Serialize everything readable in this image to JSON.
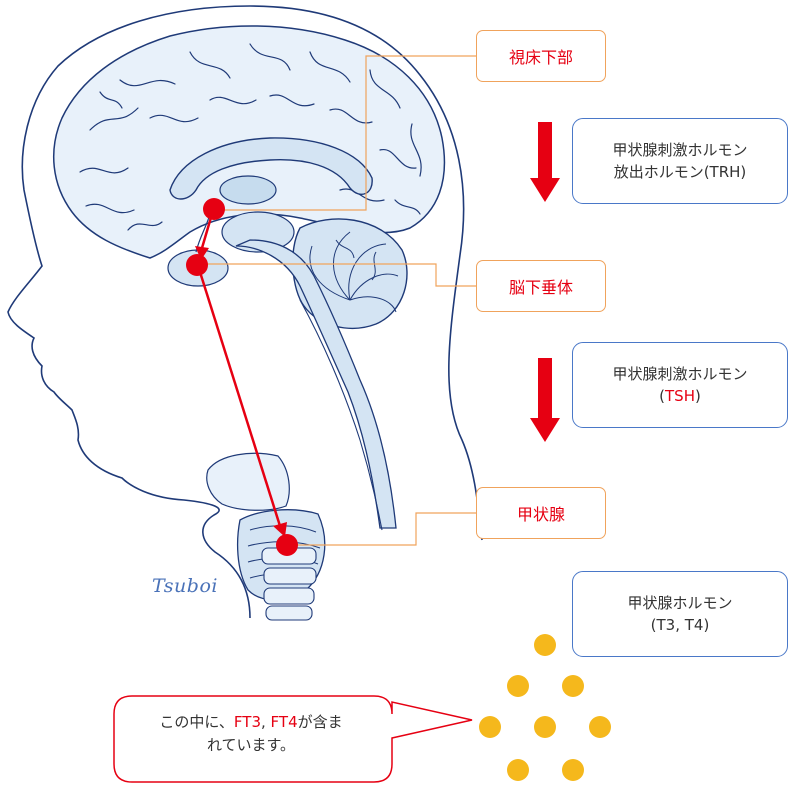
{
  "labels": {
    "hypothalamus": "視床下部",
    "pituitary": "脳下垂体",
    "thyroid": "甲状腺"
  },
  "hormones": {
    "trh_line1": "甲状腺刺激ホルモン",
    "trh_line2": "放出ホルモン(TRH)",
    "tsh_line1": "甲状腺刺激ホルモン",
    "tsh_line2_open": "(",
    "tsh_line2_abbr": "TSH",
    "tsh_line2_close": ")",
    "thyroid_hormone_line1": "甲状腺ホルモン",
    "thyroid_hormone_line2": "(T3, T4)"
  },
  "callout": {
    "part1": "この中に、",
    "ft3": "FT3",
    "comma": ", ",
    "ft4": "FT4",
    "part2": "が含ま",
    "line2": "れています。"
  },
  "signature": "Tsuboi",
  "colors": {
    "accent_red": "#e60012",
    "label_border": "#f0a35c",
    "info_border": "#4a78c8",
    "brain_outline": "#1f3a78",
    "brain_fill": "#e8f1fa",
    "hormone_dot": "#f5b81c"
  }
}
